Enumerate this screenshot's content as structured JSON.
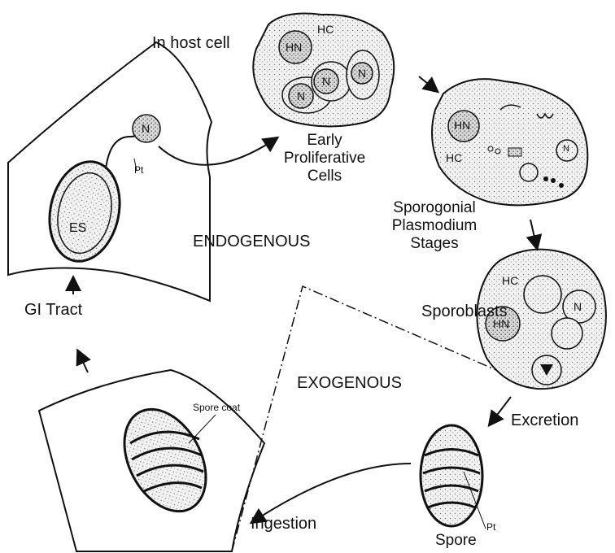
{
  "diagram": {
    "labels": {
      "in_host_cell": "In host cell",
      "early_proliferative": "Early\nProliferative\nCells",
      "sporogonial": "Sporogonial\nPlasmodium\nStages",
      "endogenous": "ENDOGENOUS",
      "exogenous": "EXOGENOUS",
      "sporoblasts": "Sporoblasts",
      "gi_tract": "GI Tract",
      "excretion": "Excretion",
      "ingestion": "Ingestion",
      "spore": "Spore",
      "spore_coat": "Spore coat",
      "pt_upper": "Pt",
      "pt_lower": "Pt"
    },
    "cell_labels": {
      "hn": "HN",
      "hc": "HC",
      "n": "N",
      "es": "ES"
    }
  }
}
